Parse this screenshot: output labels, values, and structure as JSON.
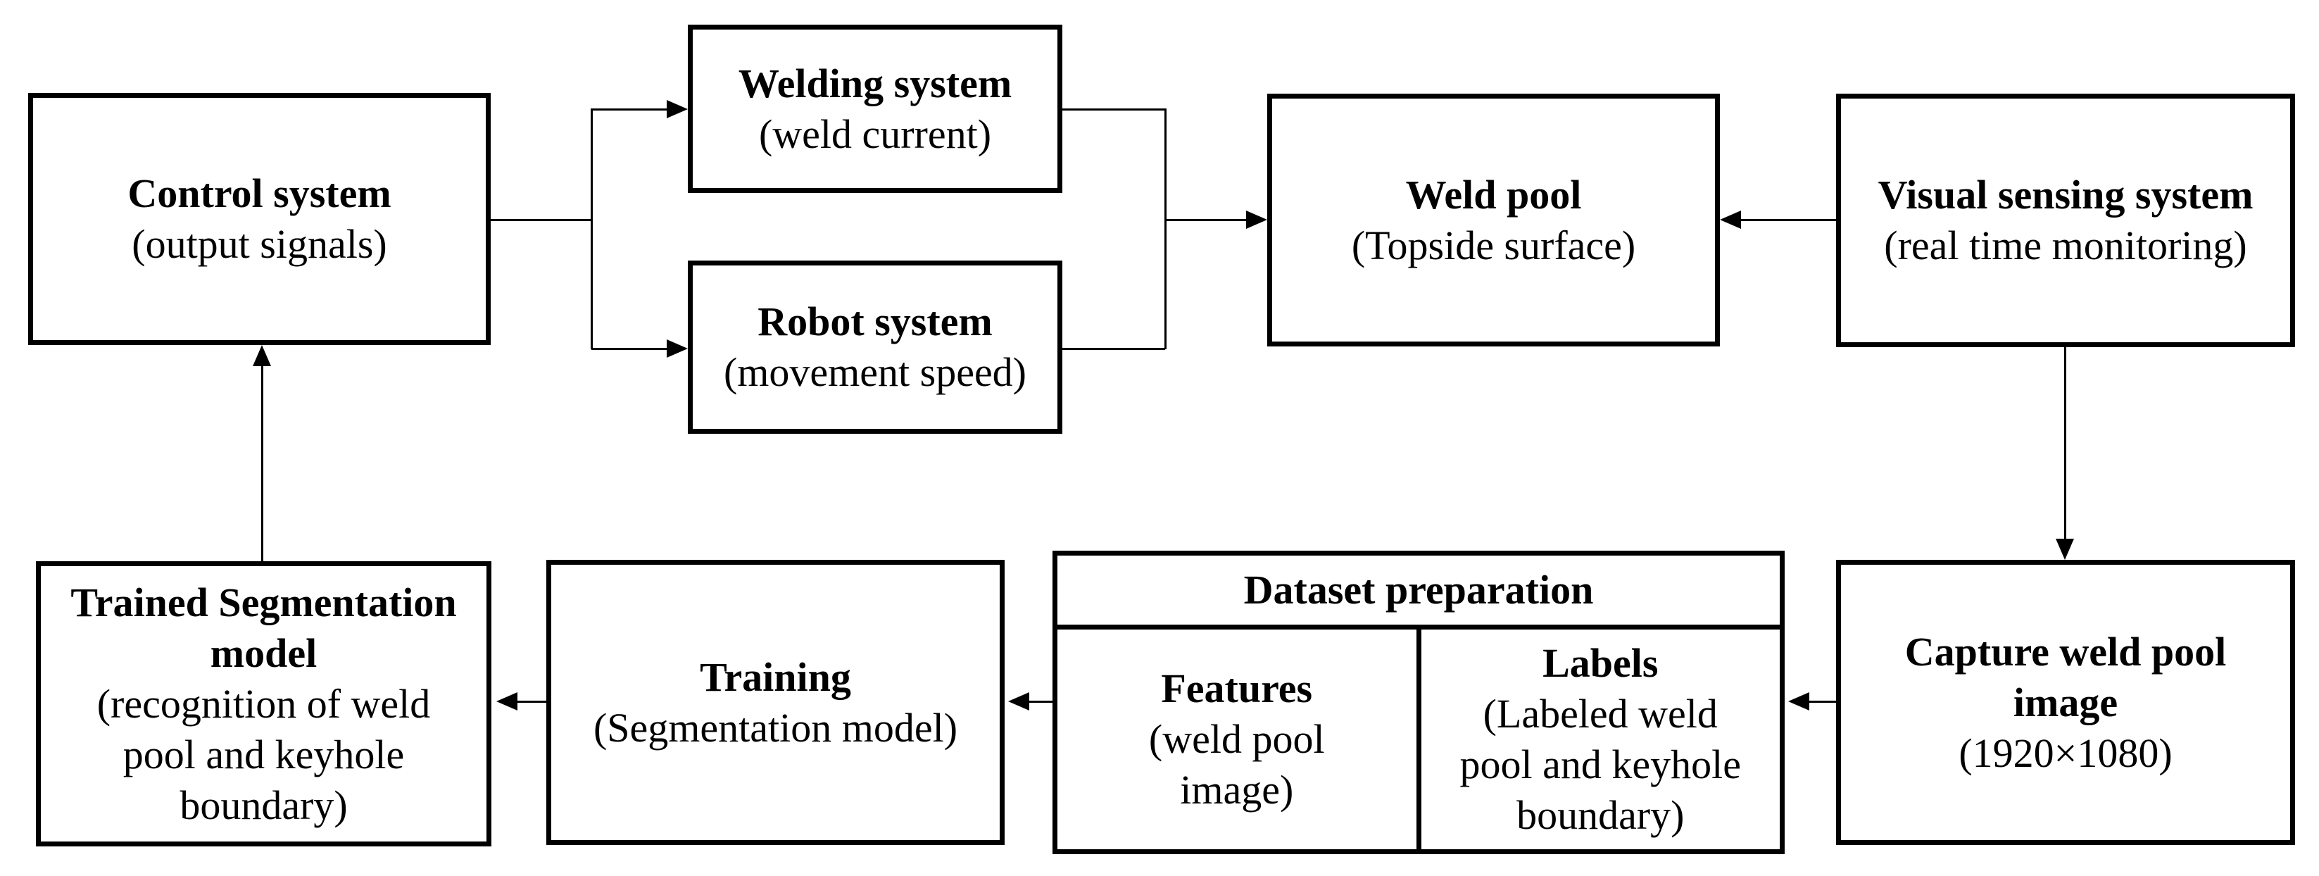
{
  "diagram": {
    "type": "flowchart",
    "colors": {
      "line": "#000000",
      "box_background": "#ffffff",
      "page_background": "#ffffff",
      "text": "#000000"
    },
    "nodes": {
      "control": {
        "title": "Control system",
        "subtitle": "(output signals)"
      },
      "welding": {
        "title": "Welding system",
        "subtitle": "(weld current)"
      },
      "robot": {
        "title": "Robot system",
        "subtitle": "(movement speed)"
      },
      "weld_pool": {
        "title": "Weld pool",
        "subtitle": "(Topside surface)"
      },
      "visual_sensing": {
        "title": "Visual sensing system",
        "subtitle": "(real time monitoring)"
      },
      "capture": {
        "title": "Capture weld pool image",
        "subtitle": "(1920×1080)"
      },
      "dataset": {
        "header": "Dataset preparation",
        "features": {
          "title": "Features",
          "subtitle": "(weld pool image)"
        },
        "labels": {
          "title": "Labels",
          "subtitle": "(Labeled weld pool and keyhole boundary)"
        }
      },
      "training": {
        "title": "Training",
        "subtitle": "(Segmentation model)"
      },
      "trained_model": {
        "title": "Trained Segmentation model",
        "subtitle": "(recognition of weld pool and keyhole boundary)"
      }
    },
    "edges": [
      "control -> welding",
      "control -> robot",
      "welding -> weld_pool",
      "robot -> weld_pool",
      "visual_sensing -> weld_pool",
      "visual_sensing -> capture",
      "capture -> dataset",
      "dataset -> training",
      "training -> trained_model",
      "trained_model -> control"
    ]
  }
}
